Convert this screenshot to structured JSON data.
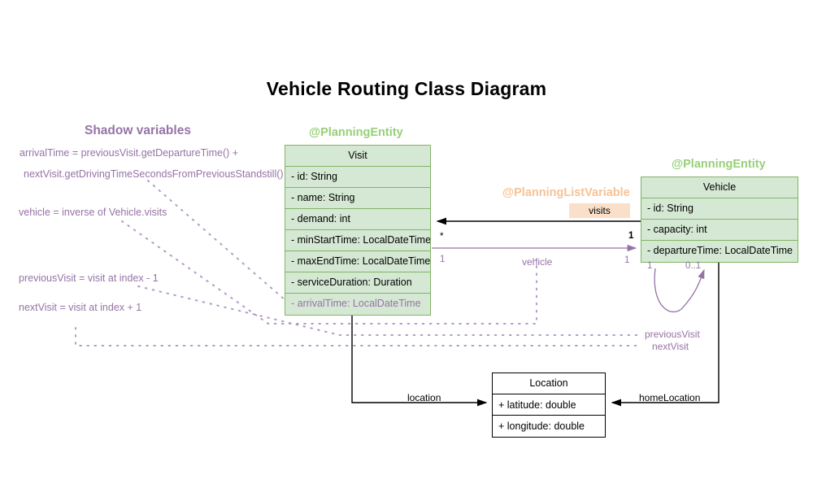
{
  "title": "Vehicle Routing Class Diagram",
  "colors": {
    "class_fill": "#d5e8d4",
    "class_border": "#82b366",
    "stereotype_green": "#97d077",
    "stereotype_orange": "#f5c396",
    "shadow_purple": "#9673a6",
    "badge_fill": "#fae0c8",
    "plain_fill": "#ffffff",
    "plain_border": "#000000"
  },
  "classes": {
    "visit": {
      "stereotype": "@PlanningEntity",
      "name": "Visit",
      "attributes": [
        "- id: String",
        "- name: String",
        "- demand: int",
        "- minStartTime: LocalDateTime",
        "- maxEndTime: LocalDateTime",
        "- serviceDuration: Duration"
      ],
      "shadow_attributes": [
        "- arrivalTime: LocalDateTime"
      ]
    },
    "vehicle": {
      "stereotype": "@PlanningEntity",
      "name": "Vehicle",
      "attributes": [
        "- id: String",
        "- capacity: int",
        "- departureTime: LocalDateTime"
      ]
    },
    "location": {
      "name": "Location",
      "attributes": [
        "+ latitude: double",
        "+ longitude: double"
      ]
    }
  },
  "shadow_panel": {
    "heading": "Shadow variables",
    "lines": [
      "arrivalTime = previousVisit.getDepartureTime() +",
      "nextVisit.getDrivingTimeSecondsFromPreviousStandstill()",
      "vehicle = inverse of Vehicle.visits",
      "previousVisit = visit at index - 1",
      "nextVisit = visit at index + 1"
    ]
  },
  "relations": {
    "visits": {
      "stereotype": "@PlanningListVariable",
      "label": "visits",
      "source_multiplicity": "1",
      "target_multiplicity": "*"
    },
    "vehicle": {
      "label": "vehicle",
      "source_multiplicity": "1",
      "target_multiplicity": "1"
    },
    "vehicle_loop": {
      "source_multiplicity": "1",
      "target_multiplicity": "0..1"
    },
    "previous_visit": {
      "label": "previousVisit"
    },
    "next_visit": {
      "label": "nextVisit"
    },
    "location": {
      "label": "location"
    },
    "home_location": {
      "label": "homeLocation"
    }
  }
}
